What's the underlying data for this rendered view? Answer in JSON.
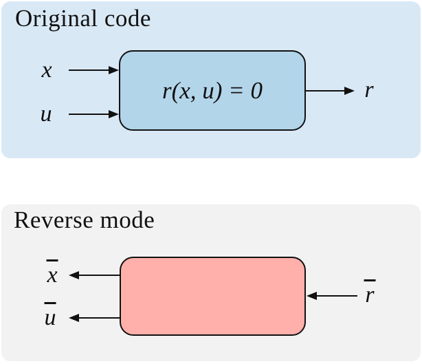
{
  "colors": {
    "panel_blue": "#d9e8f5",
    "panel_gray": "#f2f2f2",
    "box_blue": "#b3d5ea",
    "box_pink": "#ffb0ab",
    "ink": "#111111"
  },
  "original": {
    "title": "Original code",
    "inputs": [
      {
        "label": "x"
      },
      {
        "label": "u"
      }
    ],
    "box_label": "r(x, u) = 0",
    "output_label": "r"
  },
  "reverse": {
    "title": "Reverse mode",
    "outputs": [
      {
        "label": "x"
      },
      {
        "label": "u"
      }
    ],
    "input_label": "r"
  }
}
